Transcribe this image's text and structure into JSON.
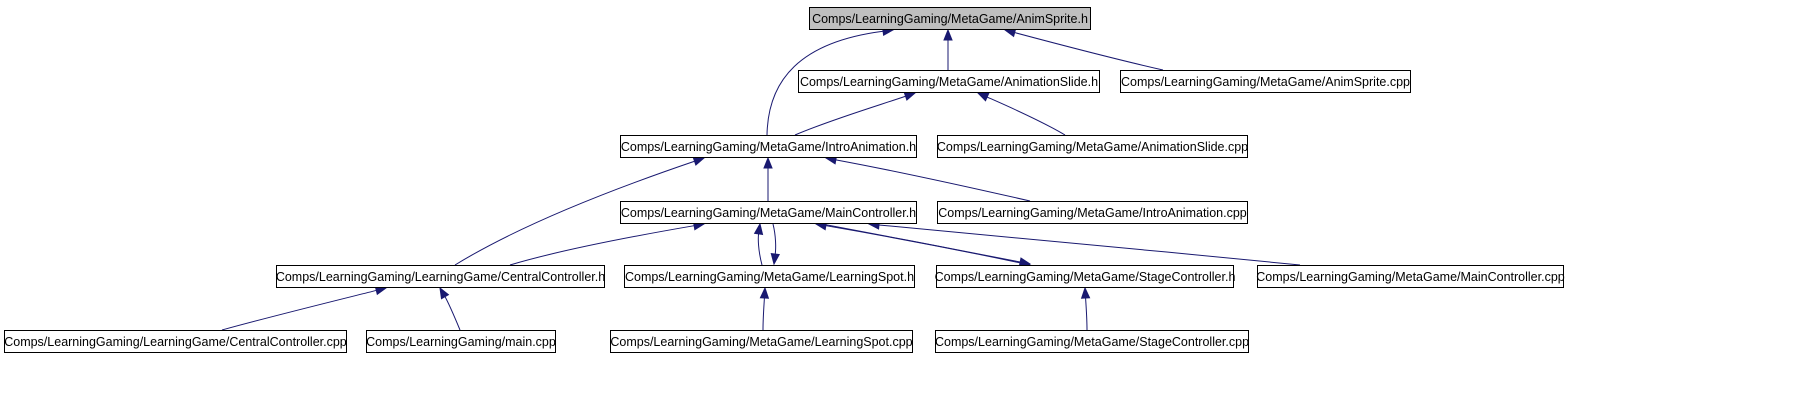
{
  "graph": {
    "nodes": [
      {
        "id": "animsprite_h",
        "label": "Comps/LearningGaming/MetaGame/AnimSprite.h",
        "focus": true
      },
      {
        "id": "animationslide_h",
        "label": "Comps/LearningGaming/MetaGame/AnimationSlide.h"
      },
      {
        "id": "animsprite_cpp",
        "label": "Comps/LearningGaming/MetaGame/AnimSprite.cpp"
      },
      {
        "id": "introanimation_h",
        "label": "Comps/LearningGaming/MetaGame/IntroAnimation.h"
      },
      {
        "id": "animationslide_cpp",
        "label": "Comps/LearningGaming/MetaGame/AnimationSlide.cpp"
      },
      {
        "id": "maincontroller_h",
        "label": "Comps/LearningGaming/MetaGame/MainController.h"
      },
      {
        "id": "introanimation_cpp",
        "label": "Comps/LearningGaming/MetaGame/IntroAnimation.cpp"
      },
      {
        "id": "centralcontroller_h",
        "label": "Comps/LearningGaming/LearningGame/CentralController.h"
      },
      {
        "id": "learningspot_h",
        "label": "Comps/LearningGaming/MetaGame/LearningSpot.h"
      },
      {
        "id": "stagecontroller_h",
        "label": "Comps/LearningGaming/MetaGame/StageController.h"
      },
      {
        "id": "maincontroller_cpp",
        "label": "Comps/LearningGaming/MetaGame/MainController.cpp"
      },
      {
        "id": "centralcontroller_cpp",
        "label": "Comps/LearningGaming/LearningGame/CentralController.cpp"
      },
      {
        "id": "main_cpp",
        "label": "Comps/LearningGaming/main.cpp"
      },
      {
        "id": "learningspot_cpp",
        "label": "Comps/LearningGaming/MetaGame/LearningSpot.cpp"
      },
      {
        "id": "stagecontroller_cpp",
        "label": "Comps/LearningGaming/MetaGame/StageController.cpp"
      }
    ],
    "edges": [
      {
        "from": "animationslide_h",
        "to": "animsprite_h"
      },
      {
        "from": "introanimation_h",
        "to": "animsprite_h"
      },
      {
        "from": "animsprite_cpp",
        "to": "animsprite_h"
      },
      {
        "from": "introanimation_h",
        "to": "animationslide_h"
      },
      {
        "from": "animationslide_cpp",
        "to": "animationslide_h"
      },
      {
        "from": "maincontroller_h",
        "to": "introanimation_h"
      },
      {
        "from": "centralcontroller_h",
        "to": "introanimation_h"
      },
      {
        "from": "introanimation_cpp",
        "to": "introanimation_h"
      },
      {
        "from": "centralcontroller_h",
        "to": "maincontroller_h"
      },
      {
        "from": "learningspot_h",
        "to": "maincontroller_h"
      },
      {
        "from": "maincontroller_h",
        "to": "learningspot_h"
      },
      {
        "from": "stagecontroller_h",
        "to": "maincontroller_h"
      },
      {
        "from": "maincontroller_h",
        "to": "stagecontroller_h"
      },
      {
        "from": "maincontroller_cpp",
        "to": "maincontroller_h"
      },
      {
        "from": "centralcontroller_cpp",
        "to": "centralcontroller_h"
      },
      {
        "from": "main_cpp",
        "to": "centralcontroller_h"
      },
      {
        "from": "learningspot_cpp",
        "to": "learningspot_h"
      },
      {
        "from": "stagecontroller_cpp",
        "to": "stagecontroller_h"
      }
    ]
  },
  "colors": {
    "edge": "#191970",
    "focus_fill": "#bfbfbf",
    "node_fill": "#ffffff",
    "node_stroke": "#000000"
  }
}
